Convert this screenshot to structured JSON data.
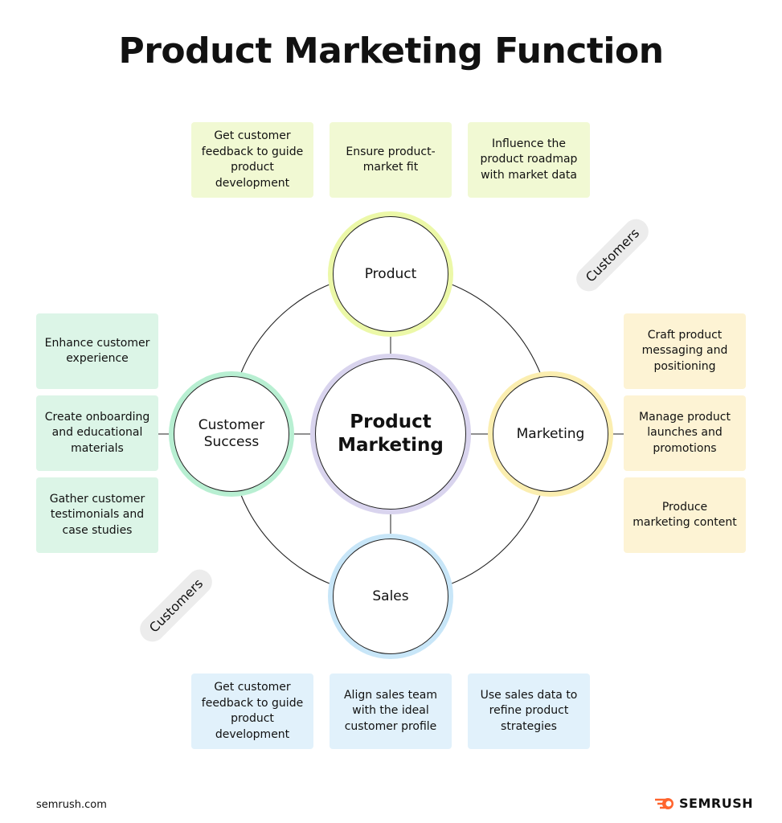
{
  "title": "Product Marketing Function",
  "center": {
    "line1": "Product",
    "line2": "Marketing"
  },
  "nodes": {
    "product": "Product",
    "marketing": "Marketing",
    "sales": "Sales",
    "cs_line1": "Customer",
    "cs_line2": "Success"
  },
  "product_boxes": [
    "Get customer feedback to guide product development",
    "Ensure product-market fit",
    "Influence the product roadmap with market data"
  ],
  "cs_boxes": [
    "Enhance customer experience",
    "Create onboarding and educational materials",
    "Gather customer testimonials and case studies"
  ],
  "marketing_boxes": [
    "Craft product messaging and positioning",
    "Manage product launches and promotions",
    "Produce marketing content"
  ],
  "sales_boxes": [
    "Get customer feedback to guide product development",
    "Align sales team with the ideal customer profile",
    "Use sales data to refine product strategies"
  ],
  "tags": [
    "Customers",
    "Customers"
  ],
  "footer": {
    "site": "semrush.com",
    "brand": "SEMRUSH"
  },
  "colors": {
    "product": "#ecf8a8",
    "cs": "#b8efd2",
    "marketing": "#fbeeb0",
    "sales": "#c8e6f8",
    "center": "#d9d4ee",
    "brand": "#ff642d"
  }
}
